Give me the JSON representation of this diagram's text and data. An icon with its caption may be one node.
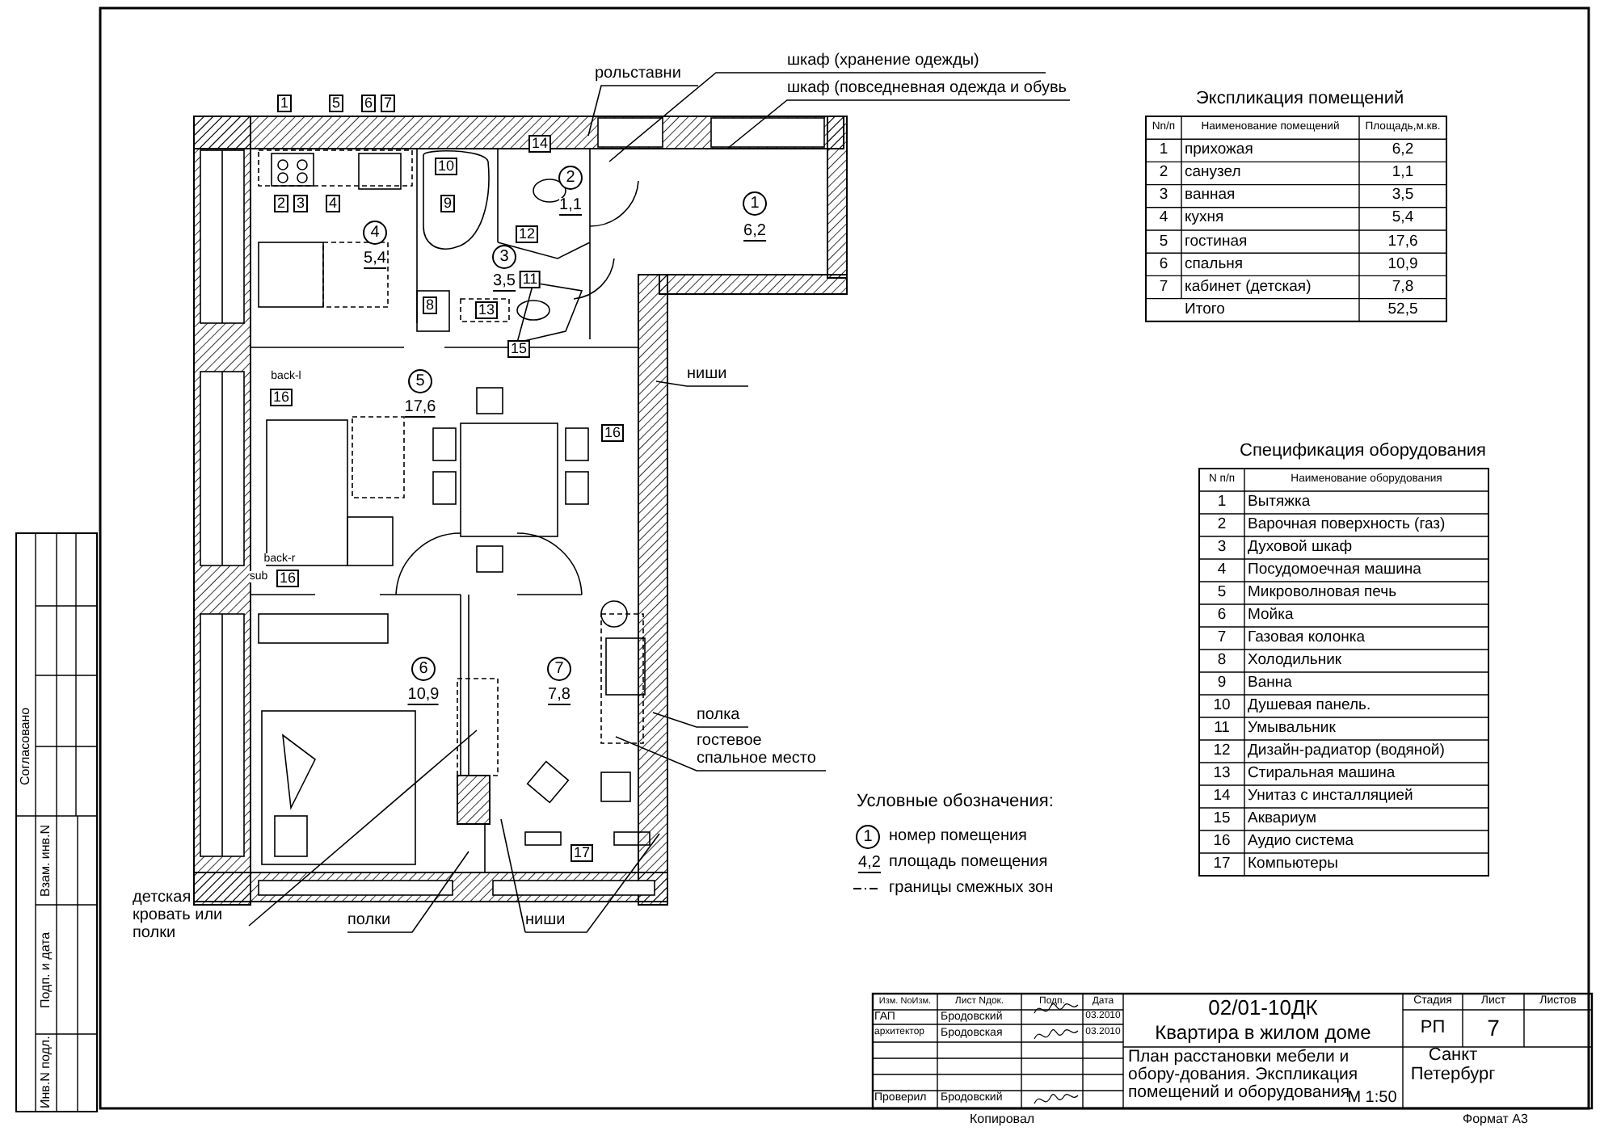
{
  "diagram": {
    "nodes": [
      {
        "text": [
          "рольставни"
        ]
      },
      {
        "text": [
          "шкаф (хранение одежды)"
        ]
      },
      {
        "text": [
          "шкаф (повседневная одежда и обувь"
        ]
      },
      {
        "text": [
          "ниши"
        ]
      },
      {
        "text": [
          "полка"
        ]
      },
      {
        "text": [
          "гостевое спальное место"
        ]
      },
      {
        "text": [
          "детская кровать или полки"
        ]
      },
      {
        "text": [
          "полки"
        ]
      },
      {
        "text": [
          "ниши"
        ]
      }
    ],
    "edges": [
      {
        "from": 0,
        "to": null,
        "arrow": "none"
      },
      {
        "from": 1,
        "to": null,
        "arrow": "none"
      },
      {
        "from": 2,
        "to": null,
        "arrow": "none"
      },
      {
        "from": 3,
        "to": null,
        "arrow": "none"
      },
      {
        "from": 4,
        "to": null,
        "arrow": "none"
      },
      {
        "from": 5,
        "to": null,
        "arrow": "none"
      },
      {
        "from": 6,
        "to": null,
        "arrow": "none"
      },
      {
        "from": 7,
        "to": null,
        "arrow": "none"
      },
      {
        "from": 8,
        "to": null,
        "arrow": "none"
      },
      {
        "from": 8,
        "to": null,
        "arrow": "none"
      }
    ],
    "labels": [
      "1",
      "5",
      "6",
      "7",
      "14",
      "10",
      "2",
      "2",
      "3",
      "4",
      "9",
      "1,1",
      "1",
      "4",
      "12",
      "6,2",
      "5,4",
      "3",
      "3,5",
      "11",
      "8",
      "13",
      "15",
      "back-l",
      "5",
      "16",
      "17,6",
      "16",
      "back-r",
      "sub",
      "16",
      "6",
      "7",
      "10,9",
      "7,8",
      "17",
      "Условные обозначения:",
      "1",
      "4,2",
      "Экспликация помещений",
      "Nn/п",
      "Наименование помещений",
      "Площадь,м.кв.",
      "1",
      "прихожая",
      "6,2",
      "2",
      "санузел",
      "1,1",
      "3",
      "ванная",
      "3,5",
      "4",
      "кухня",
      "5,4",
      "5",
      "гостиная",
      "17,6",
      "6",
      "спальня",
      "10,9",
      "7",
      "кабинет (детская)",
      "7,8",
      "Итого",
      "52,5",
      "Спецификация оборудования",
      "N п/п",
      "Наименование оборудования",
      "1",
      "Вытяжка",
      "2",
      "Варочная поверхность (газ)",
      "3",
      "Духовой шкаф",
      "4",
      "Посудомоечная машина",
      "5",
      "Микроволновая печь",
      "6",
      "Мойка",
      "7",
      "Газовая колонка",
      "8",
      "Холодильник",
      "9",
      "Ванна",
      "10",
      "Душевая панель.",
      "11",
      "Умывальник",
      "12",
      "Дизайн-радиатор (водяной)",
      "13",
      "Стиральная машина",
      "14",
      "Унитаз с инсталляцией",
      "15",
      "Аквариум",
      "16",
      "Аудио система",
      "17",
      "Компьютеры",
      "Изм. NoИзм.",
      "Лист Nдок.",
      "Подп.",
      "Дата",
      "02/01-10ДК",
      "Стадия",
      "Лист",
      "Листов",
      "ГАП",
      "Бродовский",
      "03.2010",
      "Квартира в жилом доме",
      "РП",
      "7",
      "архитектор",
      "Бродовская",
      "03.2010",
      "План расстановки мебели и обору-дования. Экспликация помещений и оборудования",
      "Санкт Петербург",
      "Проверил",
      "Бродовский",
      "М 1:50",
      "Копировал",
      "Формат А3",
      "Согласовано",
      "Взам. инв.N",
      "Подп. и дата",
      "Инв.N подл."
    ],
    "legend": [
      {
        "text": "номер помещения"
      },
      {
        "text": "площадь помещения"
      },
      {
        "text": "границы смежных зон"
      }
    ]
  }
}
